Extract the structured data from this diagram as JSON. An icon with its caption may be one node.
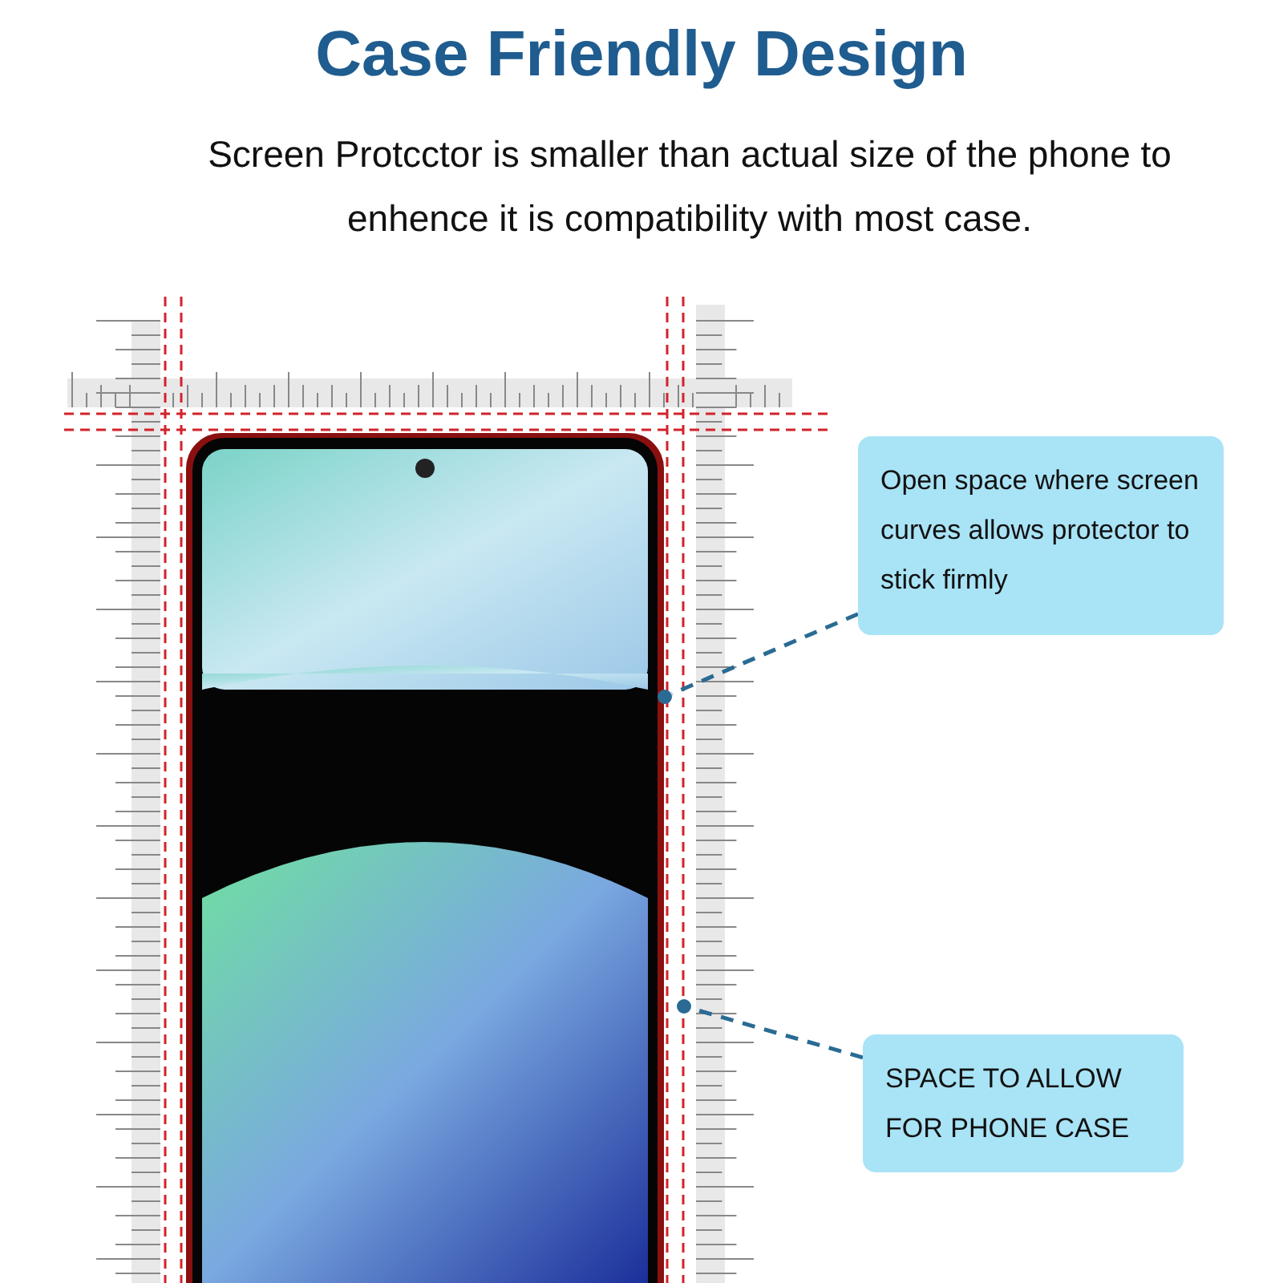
{
  "diagram": {
    "title": "Case Friendly Design",
    "nodes": [
      {
        "text": [
          "Open space where screen curves allows protector to stick firmly"
        ]
      },
      {
        "text": [
          "SPACE TO ALLOW FOR PHONE CASE"
        ]
      },
      {
        "text": [],
        "shape": "circle"
      },
      {
        "text": [],
        "shape": "circle"
      }
    ],
    "edges": [
      {
        "from": 0,
        "to": 2,
        "arrow": "none",
        "style": "dashed"
      },
      {
        "from": 1,
        "to": 3,
        "arrow": "none",
        "style": "dashed"
      }
    ],
    "labels": [
      "Screen Protcctor is smaller than actual size of the phone to enhence it is compatibility with most case."
    ]
  }
}
